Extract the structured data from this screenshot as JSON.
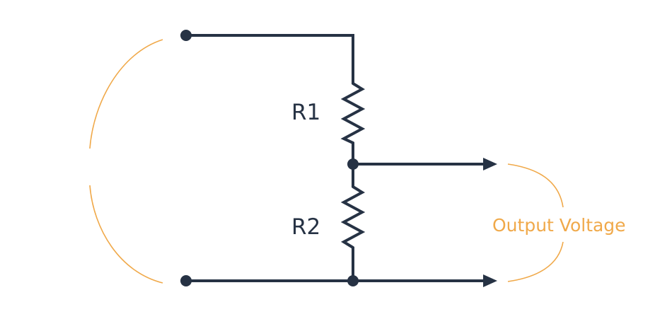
{
  "resistors": {
    "r1_label": "R1",
    "r2_label": "R2"
  },
  "output": {
    "label": "Output Voltage"
  },
  "colors": {
    "wire": "#263244",
    "accent": "#f0a94a"
  }
}
